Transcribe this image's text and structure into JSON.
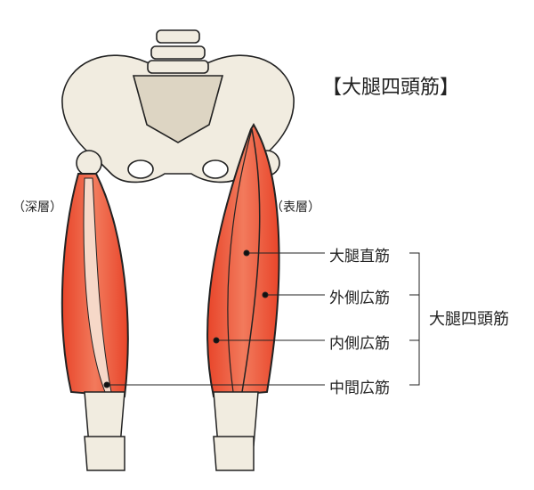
{
  "title": "【大腿四頭筋】",
  "layers": {
    "deep": "（深層）",
    "superficial": "（表層）"
  },
  "muscles": [
    {
      "label": "大腿直筋"
    },
    {
      "label": "外側広筋"
    },
    {
      "label": "内側広筋"
    },
    {
      "label": "中間広筋"
    }
  ],
  "group_label": "大腿四頭筋",
  "colors": {
    "muscle": "#e8452a",
    "muscle_light": "#f6b9a2",
    "bone": "#f1ece0",
    "outline": "#222222"
  }
}
